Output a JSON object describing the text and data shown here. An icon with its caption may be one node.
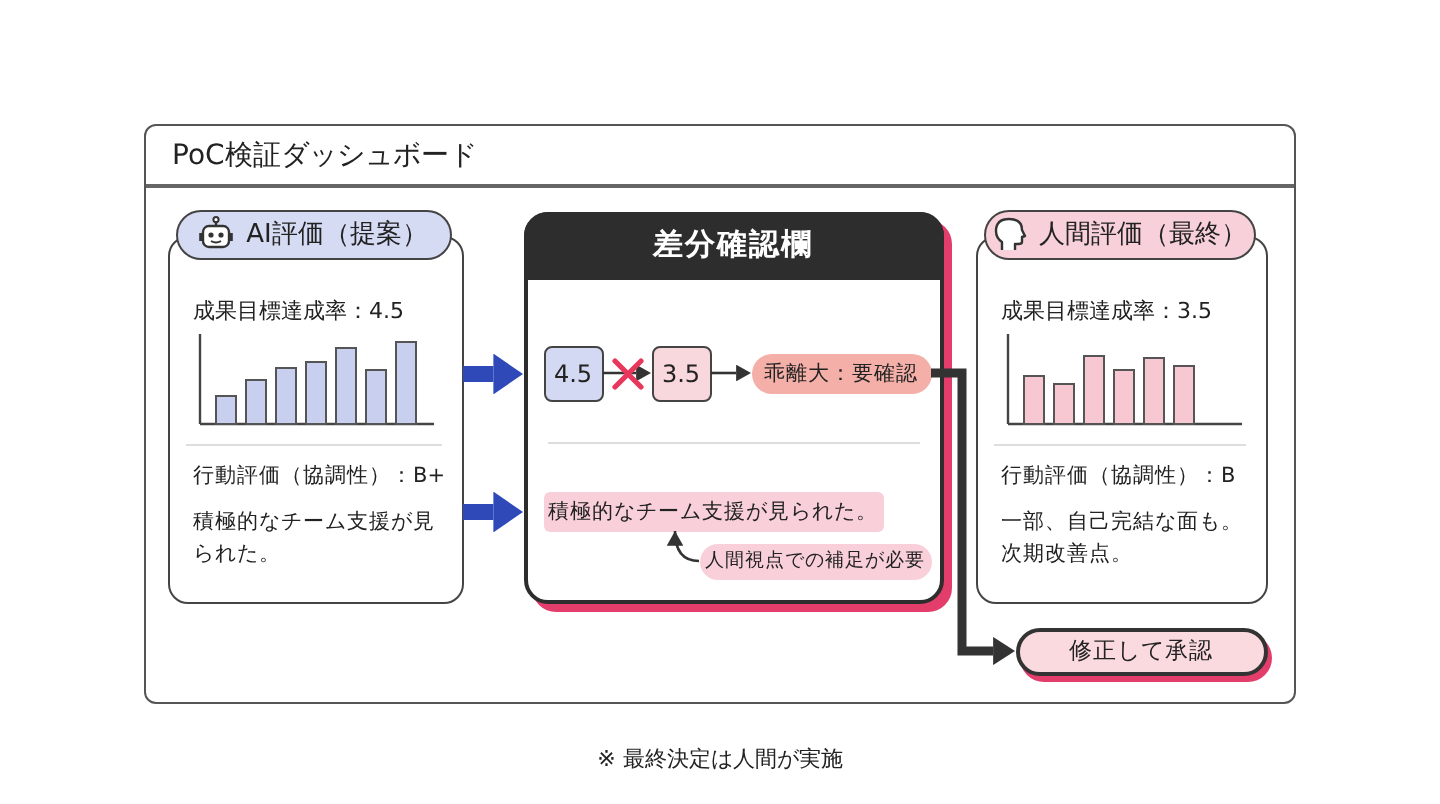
{
  "diagram": {
    "nodes": [
      {
        "text": [
          "PoC検証ダッシュボード"
        ]
      },
      {
        "text": [
          "AI評価（提案）",
          "成果目標達成率：4.5",
          "行動評価（協調性）：B+",
          "積極的なチーム支援が見られた。"
        ],
        "in": 0
      },
      {
        "text": [
          "差分確認欄"
        ],
        "in": 0
      },
      {
        "text": [
          "4.5"
        ],
        "in": 2
      },
      {
        "text": [
          "3.5"
        ],
        "in": 2
      },
      {
        "text": [
          "乖離大：要確認"
        ],
        "in": 2
      },
      {
        "text": [
          "積極的なチーム支援が見られた。"
        ],
        "in": 2
      },
      {
        "text": [
          "人間視点での補足が必要"
        ],
        "in": 2
      },
      {
        "text": [
          "人間評価（最終）",
          "成果目標達成率：3.5",
          "行動評価（協調性）：B",
          "一部、自己完結な面も。次期改善点。"
        ],
        "in": 0
      },
      {
        "text": [
          "修正して承認"
        ],
        "in": 0
      }
    ],
    "edges": [
      {
        "from": 1,
        "to": 2,
        "arrow": "to",
        "style": "thick",
        "color": "#2f4ab8"
      },
      {
        "from": 1,
        "to": 2,
        "arrow": "to",
        "style": "thick",
        "color": "#2f4ab8"
      },
      {
        "from": 3,
        "to": 4,
        "arrow": "to"
      },
      {
        "from": 4,
        "to": 5,
        "arrow": "to"
      },
      {
        "from": 7,
        "to": 6,
        "arrow": "to"
      },
      {
        "from": 5,
        "to": 9,
        "arrow": "to",
        "style": "thick"
      }
    ],
    "labels": [
      "※ 最終決定は人間が実施"
    ]
  }
}
